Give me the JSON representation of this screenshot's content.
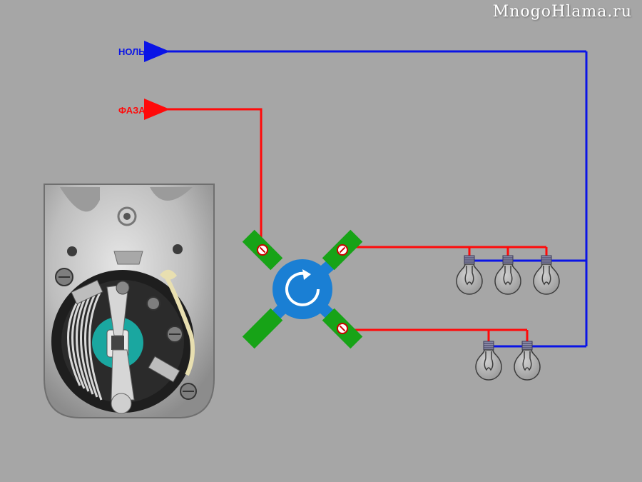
{
  "watermark": "MnogoHlama.ru",
  "labels": {
    "neutral": "НОЛЬ",
    "phase": "ФАЗА"
  },
  "colors": {
    "background": "#a6a6a6",
    "neutral_wire": "#0a14e6",
    "phase_wire": "#ff0a0a",
    "terminal_green": "#17a317",
    "switch_rotor": "#1a7fd4"
  },
  "icons": {
    "rotation": "rotate-clockwise-icon",
    "lamp": "light-bulb-icon"
  },
  "groups": {
    "top_lamps": 3,
    "bottom_lamps": 2
  }
}
